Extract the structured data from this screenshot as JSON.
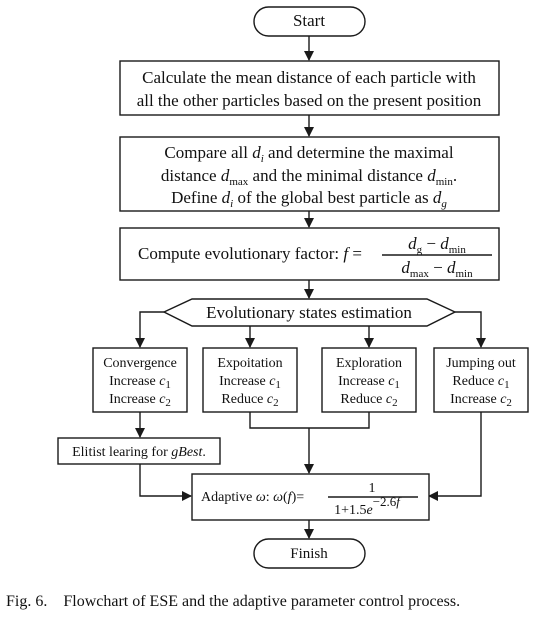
{
  "flowchart": {
    "start": "Start",
    "step1": {
      "line1": "Calculate the mean distance of each particle with",
      "line2": "all the other particles based on the present position"
    },
    "step2": {
      "line1_a": "Compare all ",
      "line1_var": "d",
      "line1_sub": "i",
      "line1_b": " and determine the maximal",
      "line2_a": "distance ",
      "line2_var": "d",
      "line2_sub": "max",
      "line2_b": " and the minimal distance ",
      "line2_var2": "d",
      "line2_sub2": "min",
      "line2_c": ".",
      "line3_a": "Define ",
      "line3_var": "d",
      "line3_sub": "i",
      "line3_b": " of the global best particle as ",
      "line3_var2": "d",
      "line3_sub2": "g"
    },
    "step3": {
      "label": "Compute evolutionary factor: ",
      "f": "f",
      "eq": " =",
      "num_d1": "d",
      "num_s1": "g",
      "num_minus": " − ",
      "num_d2": "d",
      "num_s2": "min",
      "den_d1": "d",
      "den_s1": "max",
      "den_minus": " − ",
      "den_d2": "d",
      "den_s2": "min"
    },
    "estimation": "Evolutionary states estimation",
    "states": [
      {
        "title": "Convergence",
        "l1": "Increase ",
        "v1": "c",
        "s1": "1",
        "l2": "Increase ",
        "v2": "c",
        "s2": "2"
      },
      {
        "title": "Expoitation",
        "l1": "Increase ",
        "v1": "c",
        "s1": "1",
        "l2": "Reduce ",
        "v2": "c",
        "s2": "2"
      },
      {
        "title": "Exploration",
        "l1": "Increase ",
        "v1": "c",
        "s1": "1",
        "l2": "Reduce ",
        "v2": "c",
        "s2": "2"
      },
      {
        "title": "Jumping out",
        "l1": "Reduce ",
        "v1": "c",
        "s1": "1",
        "l2": "Increase ",
        "v2": "c",
        "s2": "2"
      }
    ],
    "elitist": {
      "text": "Elitist learing for ",
      "var": "gBest",
      "end": "."
    },
    "adaptive": {
      "label": "Adaptive ",
      "omega": "ω",
      "colon": ": ",
      "omega2": "ω",
      "paren_open": "(",
      "f": "f",
      "paren_close": ")",
      "eq": "=",
      "num": "1",
      "den_a": "1+1.5",
      "den_e": "e",
      "den_exp": "−2.6",
      "den_f": "f"
    },
    "finish": "Finish"
  },
  "caption": "Fig. 6.    Flowchart of ESE and the adaptive parameter control process."
}
